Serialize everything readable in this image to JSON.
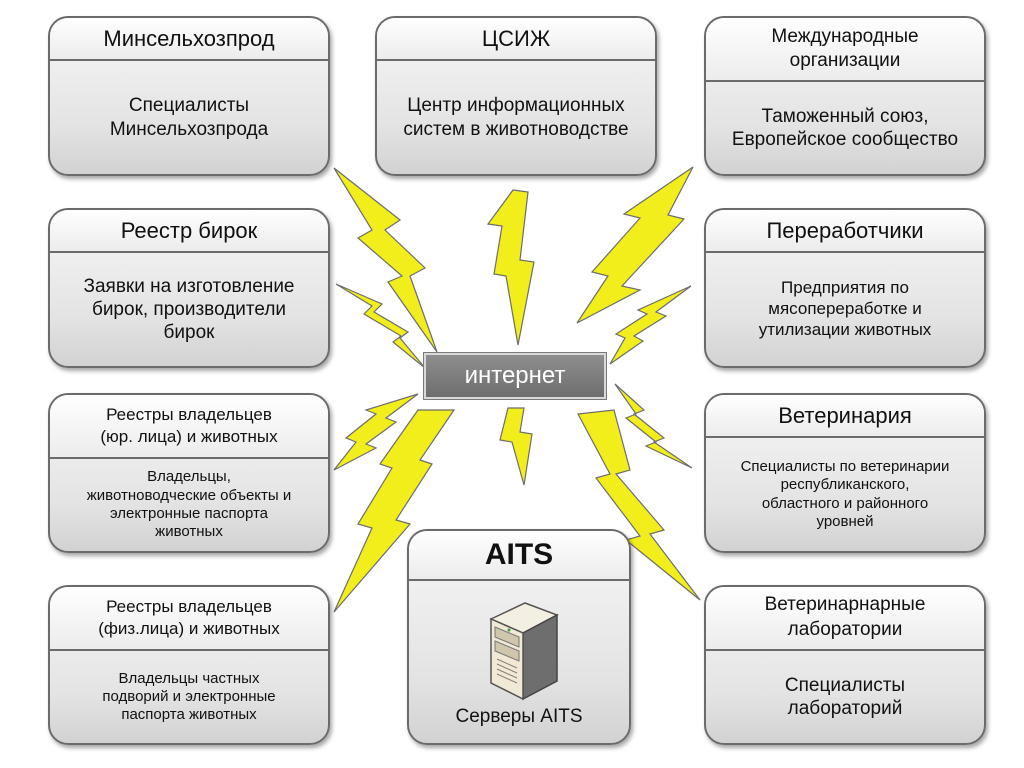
{
  "boxes": {
    "minselhoz": {
      "title": "Минсельхозпрод",
      "body": "Специалисты\nМинсельхозпрода"
    },
    "csizh": {
      "title": "ЦСИЖ",
      "body": "Центр информационных\nсистем в животноводстве"
    },
    "intl": {
      "title": "Международные\nорганизации",
      "body": "Таможенный союз,\nЕвропейское сообщество"
    },
    "tags": {
      "title": "Реестр бирок",
      "body": "Заявки на изготовление\nбирок, производители\nбирок"
    },
    "processors": {
      "title": "Переработчики",
      "body": "Предприятия по\nмясопереработке и\nутилизации животных"
    },
    "legal_owners": {
      "title": "Реестры владельцев\n(юр.  лица) и животных",
      "body": "Владельцы,\nживотноводческие объекты и\nэлектронные паспорта\nживотных"
    },
    "vet": {
      "title": "Ветеринария",
      "body": "Специалисты по ветеринарии\nреспубликанского,\nобластного и районного\nуровней"
    },
    "private_owners": {
      "title": "Реестры владельцев\n(физ.лица) и животных",
      "body": "Владельцы частных\nподворий и электронные\nпаспорта животных"
    },
    "labs": {
      "title": "Ветеринарнарные\nлаборатории",
      "body": "Специалисты\nлабораторий"
    }
  },
  "center": {
    "label": "интернет"
  },
  "aits": {
    "title": "AITS",
    "caption": "Серверы  AITS",
    "icon": "server-icon"
  },
  "colors": {
    "bolt_fill": "#f2ee1c",
    "bolt_stroke": "#6d6d6d",
    "box_border": "#6b6b6b",
    "internet_bg": "#7d7d7d"
  }
}
